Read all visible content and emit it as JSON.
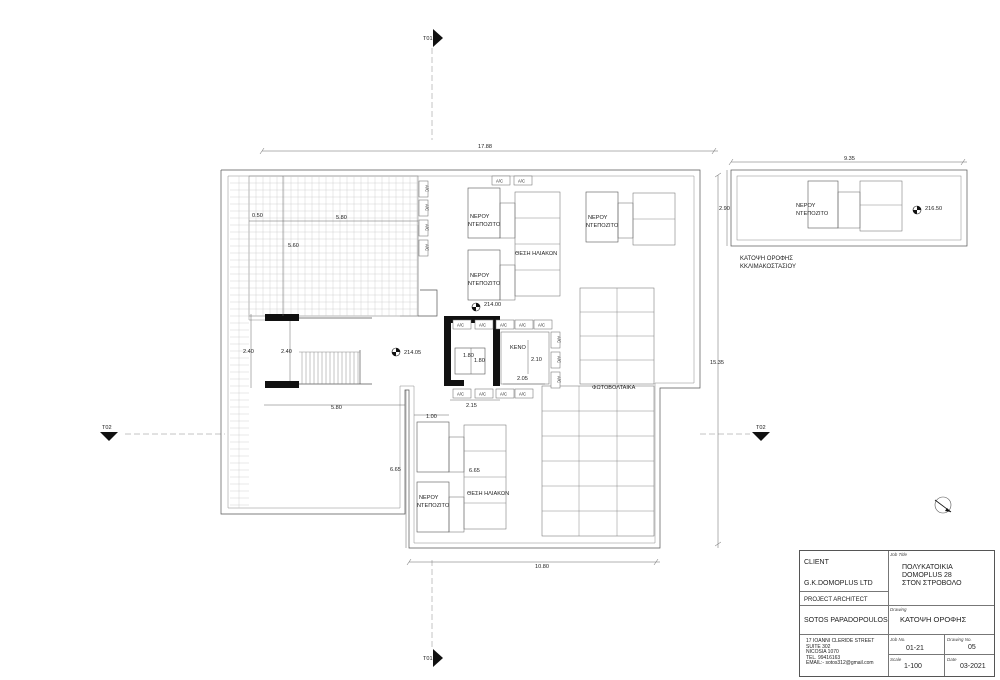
{
  "section_markers": {
    "t01_top": "T01",
    "t01_bottom": "T01",
    "t02_left": "T02",
    "t02_right": "T02"
  },
  "dimensions": {
    "overall_width": "17.88",
    "stair_room_width": "9.35",
    "stair_room_depth": "2.90",
    "terrace_width": "5.80",
    "terrace_gap": "0.50",
    "terrace_depth": "5.60",
    "stair_outer": "2.40",
    "stair_inner": "2.40",
    "stair_bottom": "5.80",
    "core_a": "1.80",
    "core_b": "1.80",
    "void_depth": "2.10",
    "void_width": "2.05",
    "core_bottom": "2.15",
    "east_depth": "15.35",
    "south_gap": "1.00",
    "south_depth_outer": "6.65",
    "south_depth_inner": "6.65",
    "south_width": "10.80"
  },
  "levels": {
    "main": "214.00",
    "stair": "214.05",
    "roof": "216.50"
  },
  "labels": {
    "ac": "A/C",
    "tank_line1": "ΝΕΡΟΥ",
    "tank_line2": "ΝΤΕΠΟΖΙΤΟ",
    "solar_position": "ΘΕΣΗ ΗΛΙΑΚΩΝ",
    "void": "ΚΕΝΟ",
    "photovoltaics": "ΦΩΤΟΒΟΛΤΑΙΚΑ",
    "stair_roof_line1": "ΚΑΤΟΨΗ ΟΡΟΦΗΣ",
    "stair_roof_line2": "ΚΚΛΙΜΑΚΟΣΤΑΣΙΟΥ"
  },
  "title_block": {
    "client_label": "CLIENT",
    "client_name": "G.K.DOMOPLUS LTD",
    "architect_label": "PROJECT ARCHITECT",
    "architect_name": "SOTOS PAPADOPOULOS",
    "address": [
      "17 IOANNI CLERIDE STREET",
      "SUITE 302",
      "NICOSIA 1070",
      "TEL. 99416163",
      "EMAIL:- sotos312@gmail.com"
    ],
    "job_title_label": "Job Title",
    "job_title": [
      "ΠΟΛΥΚΑΤΟΙΚΙΑ",
      "DOMOPLUS 28",
      "ΣΤΟΝ ΣΤΡΟΒΟΛΟ"
    ],
    "drawing_label": "Drawing",
    "drawing_title": "ΚΑΤΟΨΗ ΟΡΟΦΗΣ",
    "job_no_label": "Job No.",
    "job_no": "01-21",
    "drawing_no_label": "Drawing No.",
    "drawing_no": "05",
    "scale_label": "Scale",
    "scale": "1-100",
    "date_label": "Date",
    "date": "03-2021"
  }
}
